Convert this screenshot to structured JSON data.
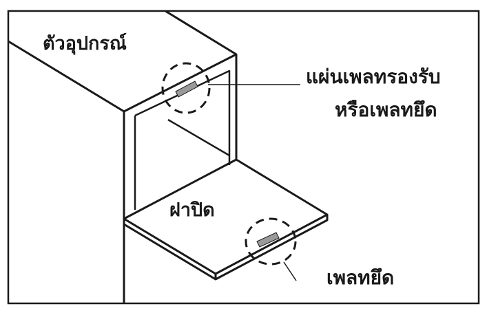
{
  "labels": {
    "appliance": "ตัวอุปกรณ์",
    "hinge_plate_line1": "แผ่นเพลทรองรับ",
    "hinge_plate_line2": "หรือเพลทยึด",
    "door": "ฝาปิด",
    "latch_plate": "เพลทยึด"
  },
  "colors": {
    "line": "#1a1a1a",
    "plate_fill": "#9a9a9a",
    "background": "#ffffff"
  }
}
